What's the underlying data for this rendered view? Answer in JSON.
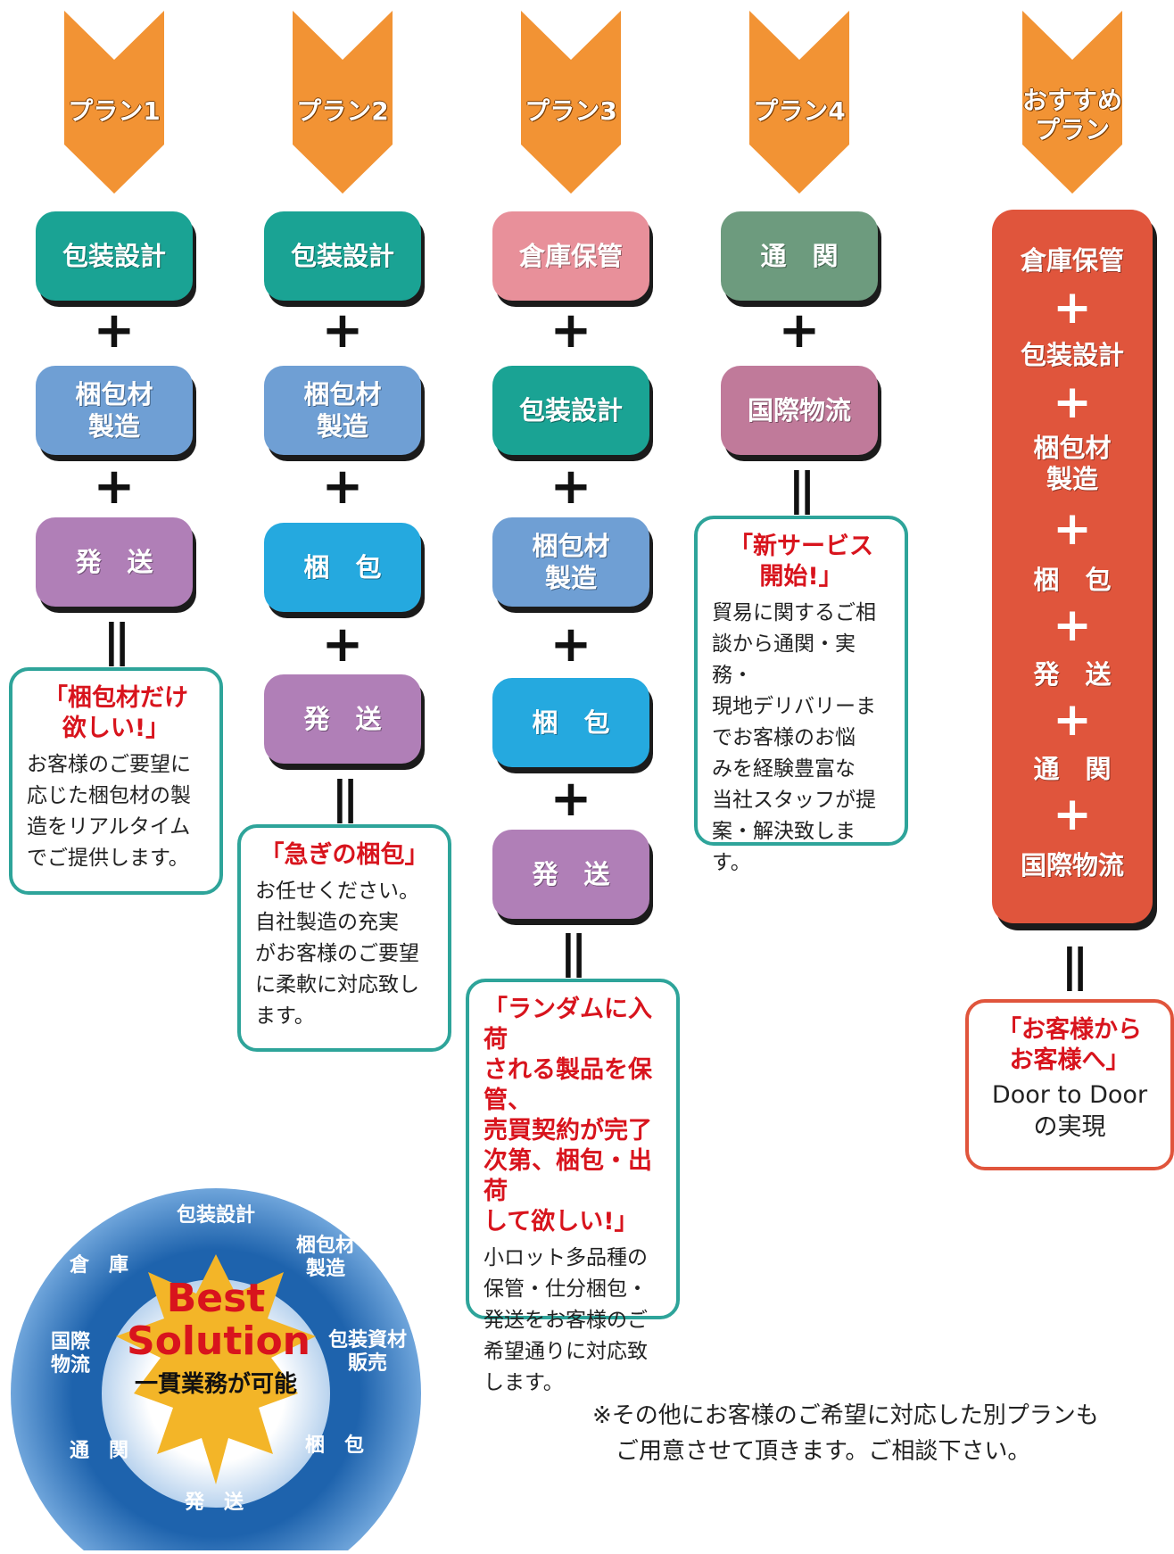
{
  "plans": [
    {
      "header": "プラン1",
      "steps": [
        "包装設計",
        "梱包材\n製造",
        "発　送"
      ],
      "callout_head": "「梱包材だけ\n欲しい!」",
      "callout_body": "お客様のご要望に\n応じた梱包材の製\n造をリアルタイム\nでご提供します。"
    },
    {
      "header": "プラン2",
      "steps": [
        "包装設計",
        "梱包材\n製造",
        "梱　包",
        "発　送"
      ],
      "callout_head": "「急ぎの梱包」",
      "callout_body": "お任せください。\n自社製造の充実\nがお客様のご要望\nに柔軟に対応致し\nます。"
    },
    {
      "header": "プラン3",
      "steps": [
        "倉庫保管",
        "包装設計",
        "梱包材\n製造",
        "梱　包",
        "発　送"
      ],
      "callout_head": "「ランダムに入荷\nされる製品を保管、\n売買契約が完了\n次第、梱包・出荷\nして欲しい!」",
      "callout_body": "小ロット多品種の\n保管・仕分梱包・\n発送をお客様のご\n希望通りに対応致\nします。"
    },
    {
      "header": "プラン4",
      "steps": [
        "通　関",
        "国際物流"
      ],
      "callout_head": "「新サービス\n開始!」",
      "callout_body": "貿易に関するご相\n談から通関・実務・\n現地デリバリーま\nでお客様のお悩\nみを経験豊富な\n当社スタッフが提\n案・解決致します。"
    }
  ],
  "recommended": {
    "header": "おすすめ\nプラン",
    "items": [
      "倉庫保管",
      "包装設計",
      "梱包材\n製造",
      "梱　包",
      "発　送",
      "通　関",
      "国際物流"
    ],
    "callout_head": "「お客様から\nお客様へ」",
    "callout_body": "Door to Door\nの実現"
  },
  "operators": {
    "plus": "+",
    "equals": "||"
  },
  "seal": {
    "title_line1": "Best",
    "title_line2": "Solution",
    "subtitle": "一貫業務が可能",
    "ring": [
      "包装設計",
      "梱包材\n製造",
      "包装資材\n販売",
      "梱　包",
      "発　送",
      "通　関",
      "国際\n物流",
      "倉　庫"
    ]
  },
  "footnote": "※その他にお客様のご希望に対応した別プランも\n　ご用意させて頂きます。ご相談下さい。",
  "colors": {
    "chevron": "#f29334",
    "packaging_design": "#1aa394",
    "material_mfg": "#6f9fd4",
    "shipping": "#b07fb7",
    "packing": "#25a9df",
    "warehouse": "#e8909a",
    "customs": "#6d9b7e",
    "intl_logistics": "#c07a9a",
    "recommended": "#e0553c",
    "callout_border": "#2ea49a",
    "callout_head": "#d8141d",
    "seal_ring": "#1e63ad",
    "seal_star": "#f3b528"
  }
}
